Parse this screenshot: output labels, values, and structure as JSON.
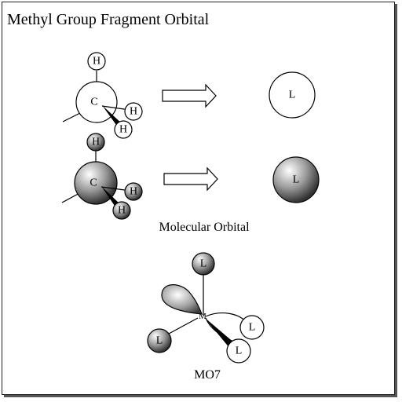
{
  "title": "Methyl Group Fragment Orbital",
  "atoms": {
    "carbon": "C",
    "hydrogen": "H",
    "ligand": "L",
    "metal": "M"
  },
  "captions": {
    "molecular_orbital": "Molecular Orbital",
    "mo_label": "MO7"
  },
  "colors": {
    "stroke": "#000000",
    "shadow": "#555555",
    "fill_light": "#ffffff",
    "fill_dark": "#333333"
  }
}
